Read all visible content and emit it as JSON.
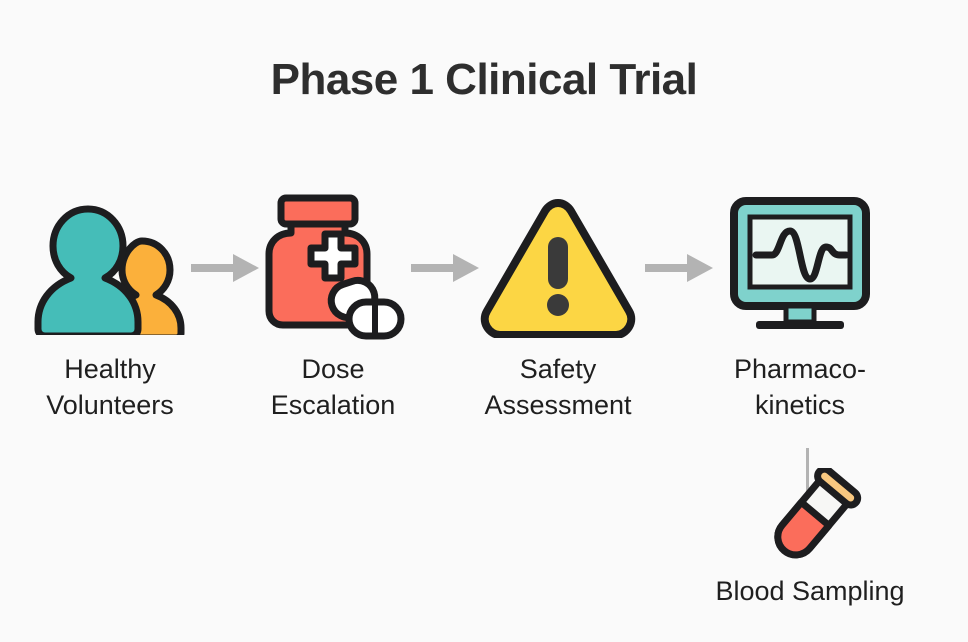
{
  "page": {
    "title": "Phase 1 Clinical Trial",
    "background_color": "#fafafa",
    "title_color": "#2e2e2e"
  },
  "palette": {
    "teal": "#45BDB8",
    "teal_light": "#7FD2CC",
    "mint_screen": "#EAF6F2",
    "orange": "#FBB03B",
    "orange_light": "#F9C880",
    "coral": "#FB6D5B",
    "yellow": "#FCD644",
    "outline": "#1d1d1f",
    "arrow_gray": "#b3b3b3",
    "white": "#ffffff"
  },
  "steps": [
    {
      "id": "healthy-volunteers",
      "label": "Healthy\nVolunteers",
      "icon": "two-people-icon"
    },
    {
      "id": "dose-escalation",
      "label": "Dose\nEscalation",
      "icon": "pill-bottle-icon"
    },
    {
      "id": "safety-assessment",
      "label": "Safety\nAssessment",
      "icon": "warning-triangle-icon"
    },
    {
      "id": "pharmacokinetics",
      "label": "Pharmaco-\nkinetics",
      "icon": "monitor-waveform-icon"
    }
  ],
  "branch_step": {
    "id": "blood-sampling",
    "label": "Blood Sampling",
    "icon": "test-tube-icon"
  },
  "connectors": {
    "arrow_count": 3,
    "arrow_icon": "arrow-right-icon",
    "vertical_line": "vertical-connector-line"
  }
}
